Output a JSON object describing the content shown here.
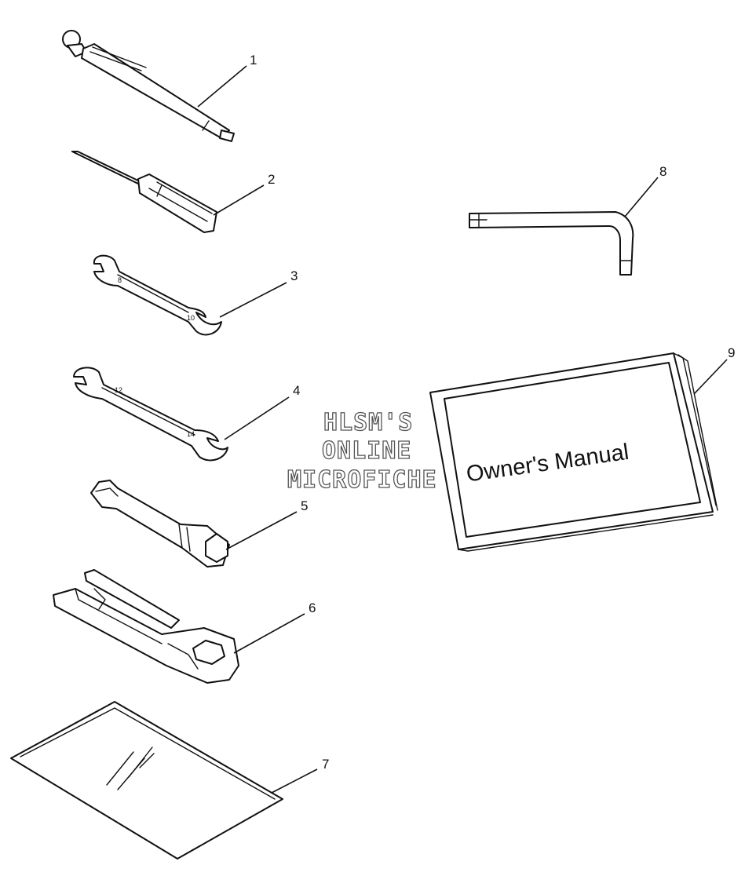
{
  "callouts": [
    "1",
    "2",
    "3",
    "4",
    "5",
    "6",
    "7",
    "8",
    "9"
  ],
  "manual_cover_text": "Owner's Manual",
  "watermark": {
    "line1": "HLSM'S",
    "line2": "ONLINE",
    "line3": "MICROFICHE"
  },
  "wrench_marks": {
    "wrench3_a": "8",
    "wrench3_b": "10",
    "wrench4_a": "12",
    "wrench4_b": "14"
  }
}
